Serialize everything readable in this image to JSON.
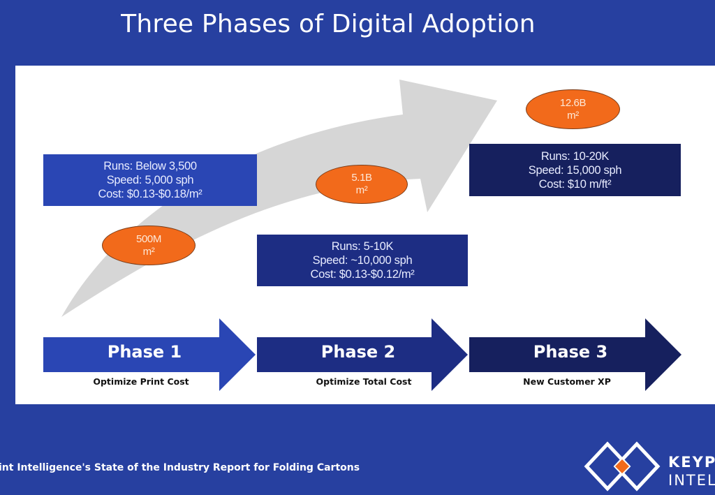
{
  "title": "Three Phases of Digital Adoption",
  "phases": [
    {
      "name": "Phase 1",
      "subtitle": "Optimize Print Cost",
      "details": [
        "Runs: Below 3,500",
        "Speed: 5,000 sph",
        "Cost: $0.13-$0.18/m²"
      ],
      "volume": [
        "500M",
        "m²"
      ]
    },
    {
      "name": "Phase 2",
      "subtitle": "Optimize Total Cost",
      "details": [
        "Runs: 5-10K",
        "Speed: ~10,000 sph",
        "Cost: $0.13-$0.12/m²"
      ],
      "volume": [
        "5.1B",
        "m²"
      ]
    },
    {
      "name": "Phase 3",
      "subtitle": "New Customer XP",
      "details": [
        "Runs: 10-20K",
        "Speed: 15,000 sph",
        "Cost: $10 m/ft²"
      ],
      "volume": [
        "12.6B",
        "m²"
      ]
    }
  ],
  "footer": "int Intelligence's State of the Industry Report for Folding Cartons",
  "brand": {
    "line1": "KEYP",
    "line2": "INTEL"
  },
  "colors": {
    "background": "#2740a0",
    "phase1": "#2a46b4",
    "phase2": "#1d2d83",
    "phase3": "#16205e",
    "volume_oval": "#f26a1b",
    "growth_arrow": "#d6d6d6"
  }
}
